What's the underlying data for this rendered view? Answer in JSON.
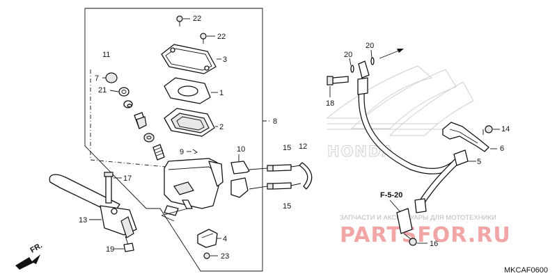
{
  "diagram": {
    "callouts": {
      "p1": "1",
      "p2": "2",
      "p3": "3",
      "p4": "4",
      "p5": "5",
      "p6": "6",
      "p7": "7",
      "p8": "8",
      "p9": "9",
      "p10": "10",
      "p11": "11",
      "p12": "12",
      "p13": "13",
      "p14": "14",
      "p15a": "15",
      "p15b": "15",
      "p16": "16",
      "p17": "17",
      "p18": "18",
      "p19": "19",
      "p20a": "20",
      "p20b": "20",
      "p21": "21",
      "p22a": "22",
      "p22b": "22",
      "p23": "23"
    },
    "reference": "F-5-20",
    "front_marker": "FR.",
    "code": "MKCAF0600"
  },
  "watermark": {
    "tagline": "ЗАПЧАСТИ И АКСЕССУАРЫ ДЛЯ МОТОТЕХНИКИ",
    "brand": "PARTSFOR.RU",
    "logo_word": "HONDA"
  }
}
